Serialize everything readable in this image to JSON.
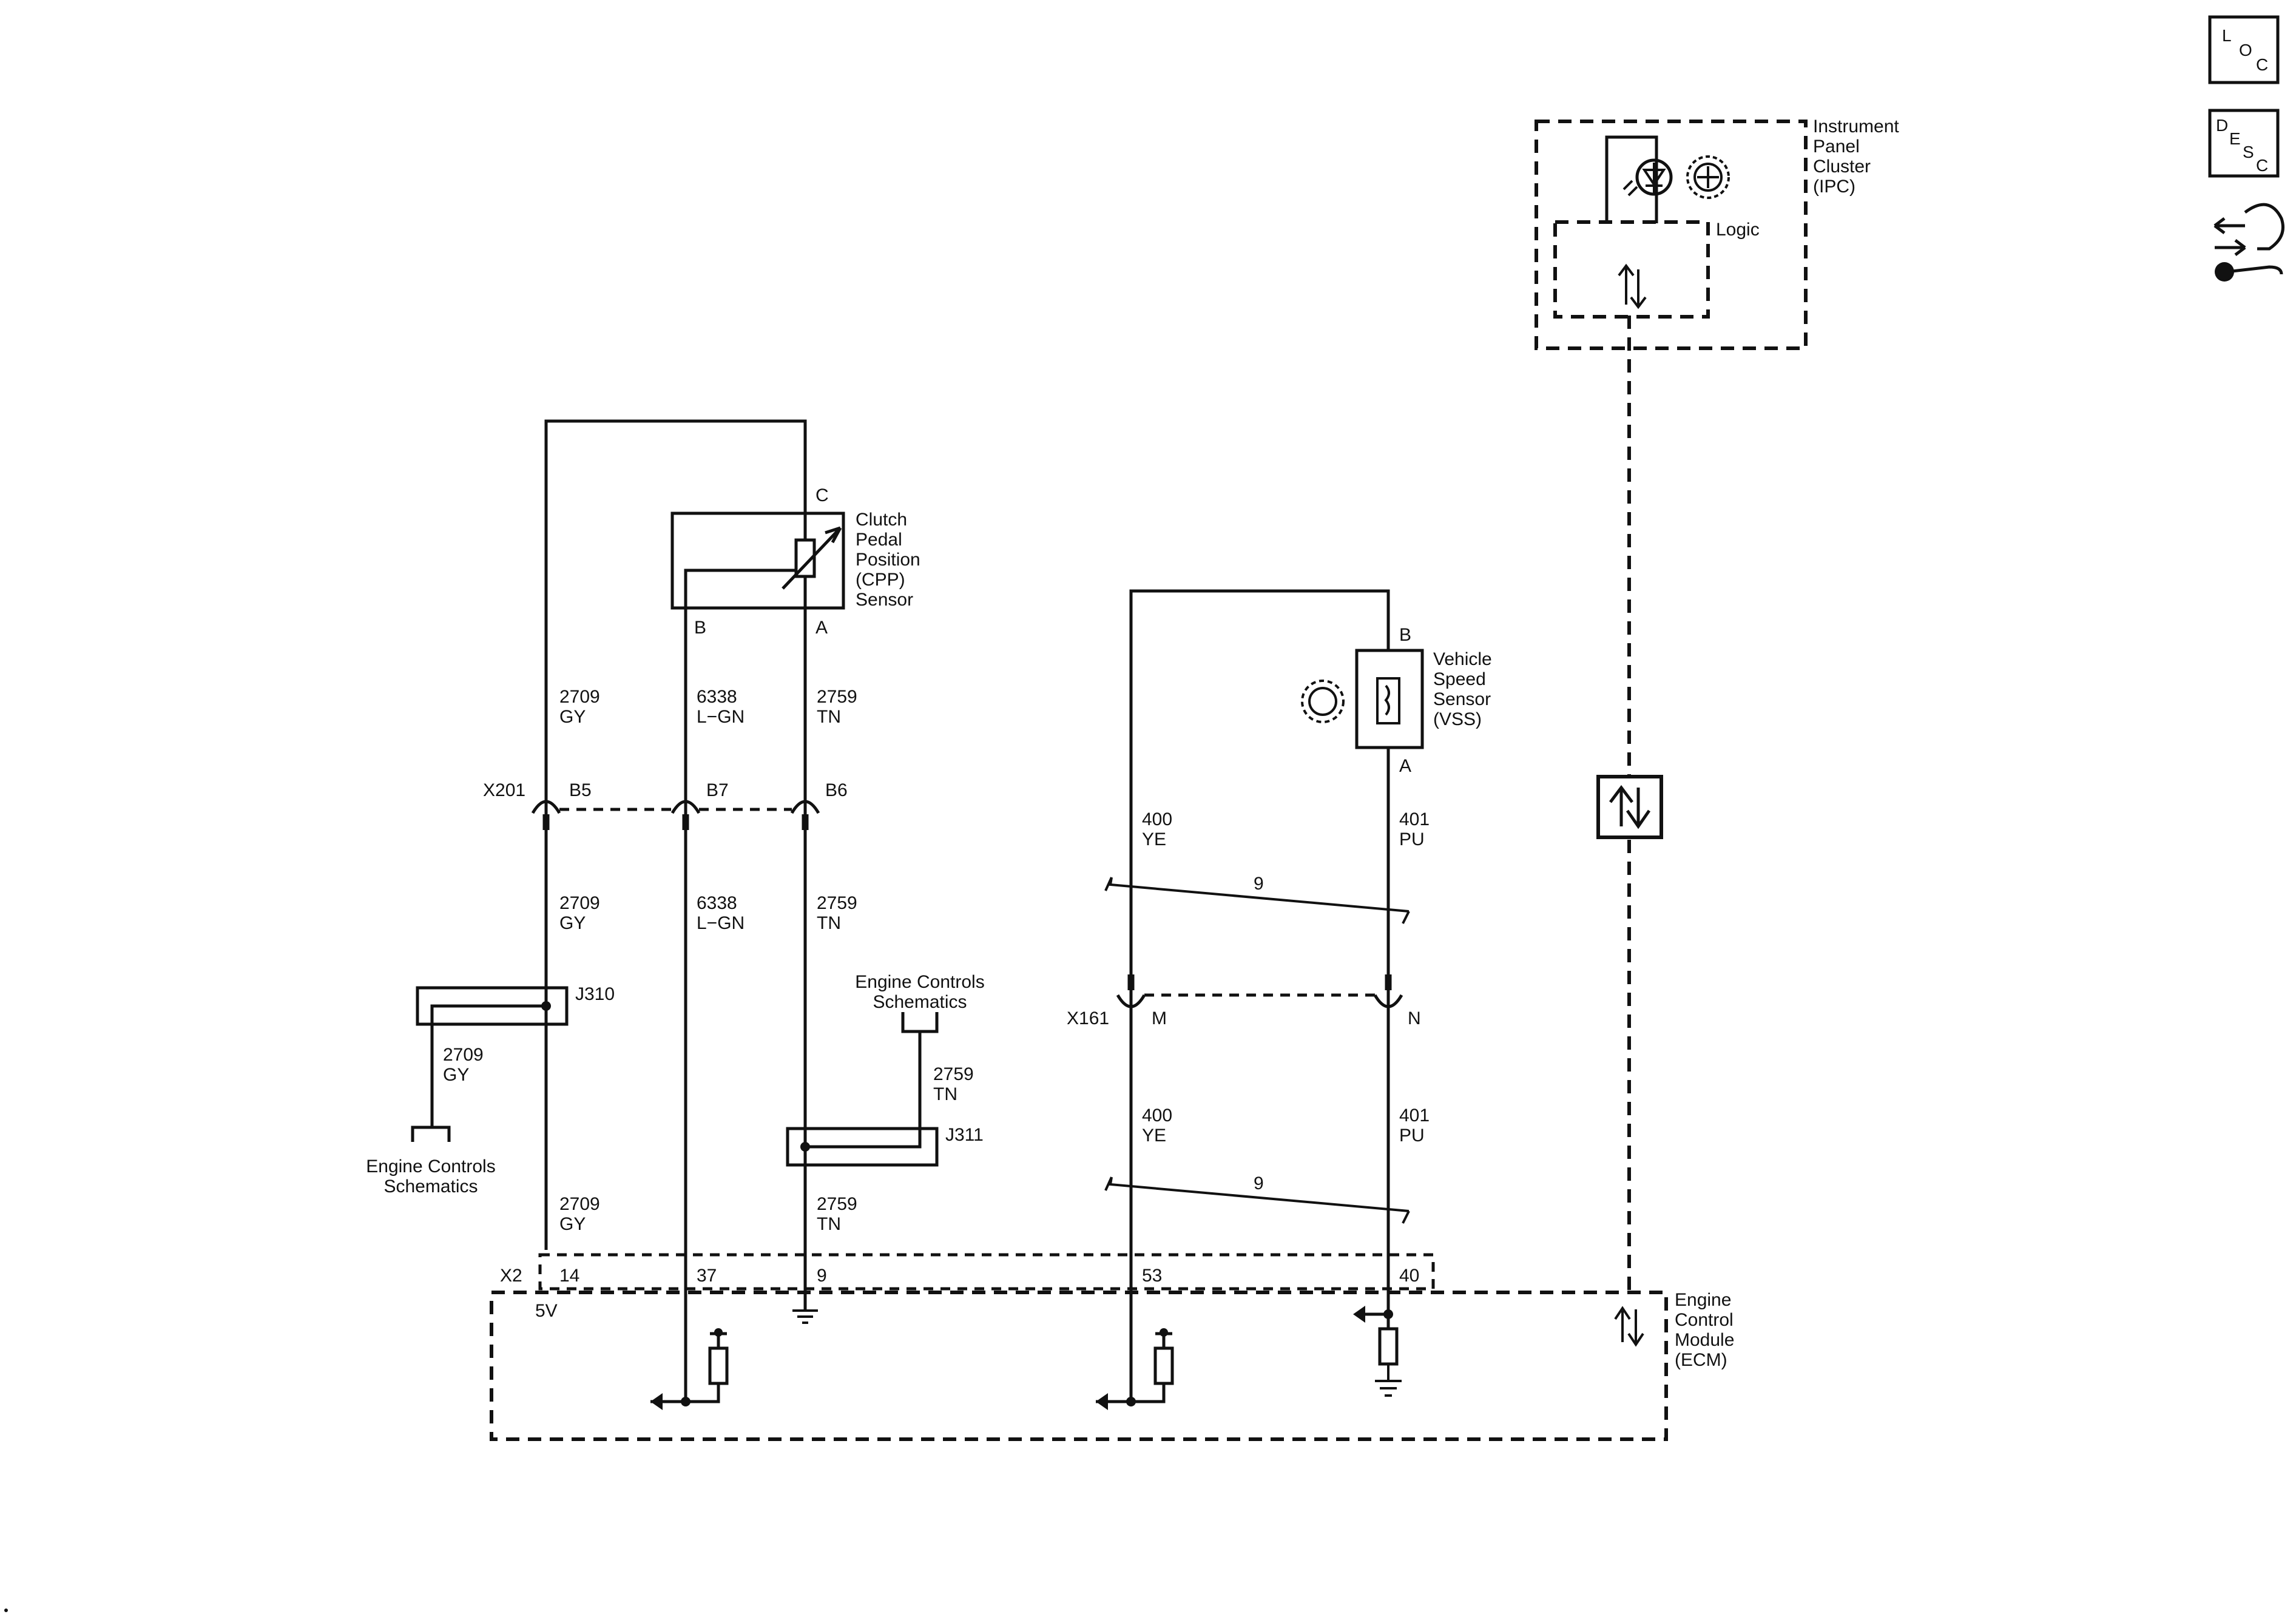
{
  "nav": {
    "loc": [
      "L",
      "O",
      "C"
    ],
    "desc": [
      "D",
      "E",
      "S",
      "C"
    ],
    "repair_icon": "connector-repair-icon"
  },
  "ipc": {
    "title": [
      "Instrument",
      "Panel",
      "Cluster",
      "(IPC)"
    ],
    "logic": "Logic"
  },
  "cpp": {
    "title": [
      "Clutch",
      "Pedal",
      "Position",
      "(CPP)",
      "Sensor"
    ],
    "pins": [
      "C",
      "B",
      "A"
    ]
  },
  "vss": {
    "title": [
      "Vehicle",
      "Speed",
      "Sensor",
      "(VSS)"
    ],
    "pins": [
      "B",
      "A"
    ]
  },
  "ecm": {
    "title": [
      "Engine",
      "Control",
      "Module",
      "(ECM)"
    ],
    "connector": "X2",
    "pins": [
      "14",
      "37",
      "9",
      "53",
      "40"
    ],
    "ref_5v": "5V"
  },
  "x201": {
    "name": "X201",
    "pins": [
      "B5",
      "B7",
      "B6"
    ]
  },
  "x161": {
    "name": "X161",
    "pins": [
      "M",
      "N"
    ]
  },
  "splices": [
    "J310",
    "J311"
  ],
  "twist": "9",
  "wires": {
    "w2709": [
      "2709",
      "GY"
    ],
    "w6338": [
      "6338",
      "L−GN"
    ],
    "w2759": [
      "2759",
      "TN"
    ],
    "w400": [
      "400",
      "YE"
    ],
    "w401": [
      "401",
      "PU"
    ]
  },
  "refs": {
    "engine_controls": [
      "Engine Controls",
      "Schematics"
    ]
  }
}
